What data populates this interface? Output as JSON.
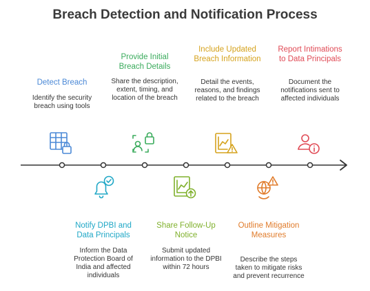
{
  "title": "Breach Detection and Notification Process",
  "colors": {
    "blue": "#4a88d6",
    "teal": "#1fa7c6",
    "green": "#3aab5c",
    "olive": "#7fb02b",
    "yellow": "#d5a21c",
    "orange": "#e07b2a",
    "red": "#e04a55",
    "line": "#333333"
  },
  "steps": [
    {
      "title": "Detect Breach",
      "desc": "Identify the security breach using tools",
      "icon": "spreadsheet-lock-icon"
    },
    {
      "title": "Notify DPBI and Data Principals",
      "desc": "Inform the Data Protection Board of India and affected individuals",
      "icon": "bell-check-icon"
    },
    {
      "title": "Provide Initial Breach Details",
      "desc": "Share the description, extent, timing, and location of the breach",
      "icon": "user-lock-icon"
    },
    {
      "title": "Share Follow-Up Notice",
      "desc": "Submit updated information to the DPBI within 72 hours",
      "icon": "chart-upload-icon"
    },
    {
      "title": "Include Updated Breach Information",
      "desc": "Detail the events, reasons, and findings related to the breach",
      "icon": "chart-warning-icon"
    },
    {
      "title": "Outline Mitigation Measures",
      "desc": "Describe the steps taken to mitigate risks and prevent recurrence",
      "icon": "globe-warning-icon"
    },
    {
      "title": "Report Intimations to Data Principals",
      "desc": "Document the notifications sent to affected individuals",
      "icon": "user-info-icon"
    }
  ]
}
